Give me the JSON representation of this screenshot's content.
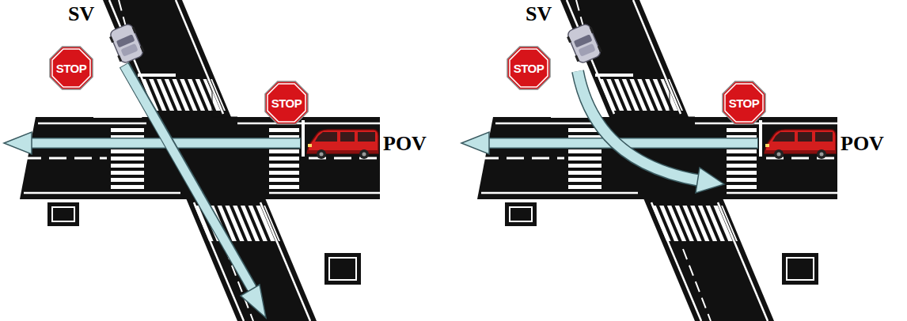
{
  "diagram": {
    "nodes": [
      {
        "text": [
          "STOP"
        ]
      },
      {
        "text": [
          "STOP"
        ]
      },
      {
        "text": [
          "STOP"
        ]
      },
      {
        "text": [
          "STOP"
        ]
      }
    ],
    "labels": [
      "SV",
      "POV",
      "SV",
      "POV"
    ]
  }
}
